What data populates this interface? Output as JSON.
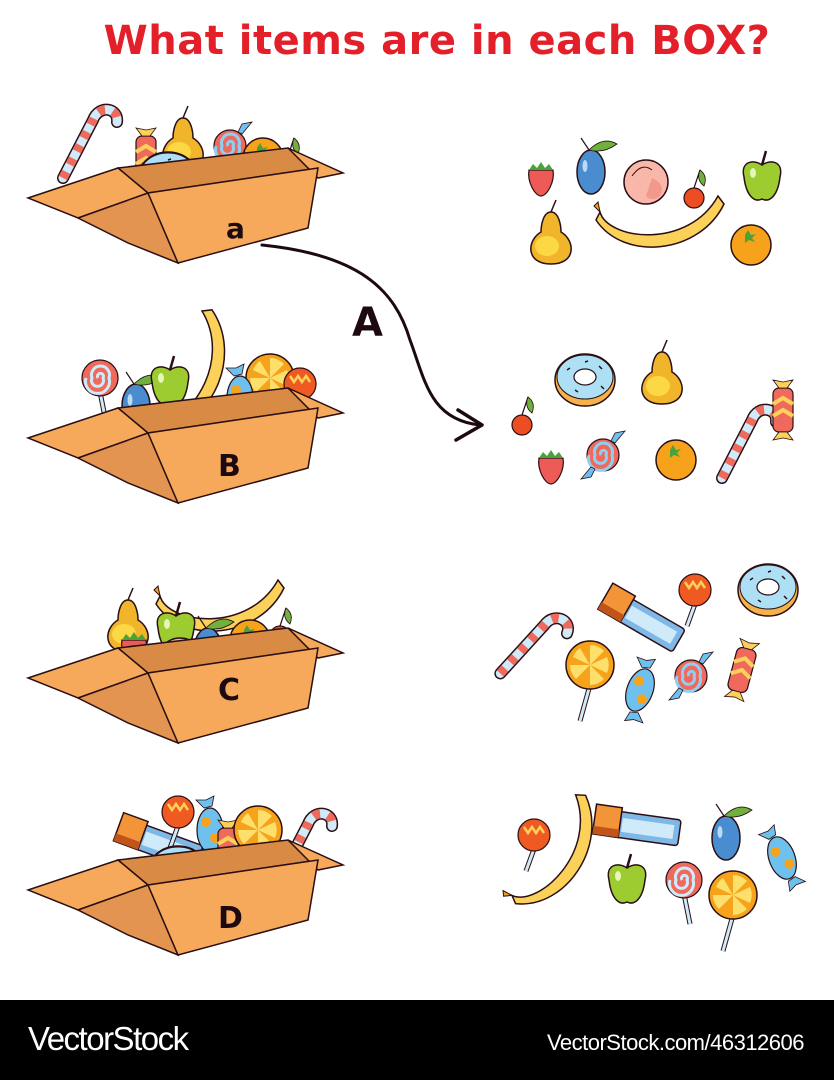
{
  "title": "What items are in each BOX?",
  "example_answer": "A",
  "boxes": [
    {
      "label": "a",
      "contents": [
        "candy cane",
        "wrapped candy",
        "pear",
        "donut",
        "swirl candy",
        "strawberry",
        "orange",
        "cherry"
      ]
    },
    {
      "label": "B",
      "contents": [
        "swirl lollipop",
        "plum",
        "green apple",
        "banana",
        "chocolate bar",
        "wrapped candy",
        "citrus lollipop",
        "orange lollipop"
      ]
    },
    {
      "label": "C",
      "contents": [
        "pear",
        "strawberry",
        "green apple",
        "banana",
        "peach",
        "plum",
        "orange",
        "cherry"
      ]
    },
    {
      "label": "D",
      "contents": [
        "chocolate bar",
        "orange lollipop",
        "wrapped candy",
        "donut",
        "striped candy",
        "citrus lollipop",
        "swirl candy",
        "candy cane"
      ]
    }
  ],
  "item_groups": [
    {
      "id": "group-1",
      "items": [
        "strawberry",
        "plum",
        "peach",
        "cherry",
        "green apple",
        "pear",
        "banana",
        "orange"
      ]
    },
    {
      "id": "group-2",
      "items": [
        "cherry",
        "donut",
        "pear",
        "candy cane",
        "striped candy",
        "strawberry",
        "swirl candy",
        "orange"
      ]
    },
    {
      "id": "group-3",
      "items": [
        "candy cane",
        "chocolate bar",
        "orange lollipop",
        "donut",
        "citrus lollipop",
        "dotted candy",
        "swirl candy",
        "striped candy"
      ]
    },
    {
      "id": "group-4",
      "items": [
        "orange lollipop",
        "banana",
        "chocolate bar",
        "plum",
        "dotted candy",
        "green apple",
        "swirl lollipop",
        "citrus lollipop"
      ]
    }
  ],
  "footer": {
    "logo": "VectorStock",
    "url": "VectorStock.com/46312606"
  },
  "colors": {
    "title": "#e3202a",
    "box": "#f6a95a",
    "box_dark": "#d98b45",
    "outline": "#2a0f14",
    "footer_bg": "#000000"
  }
}
